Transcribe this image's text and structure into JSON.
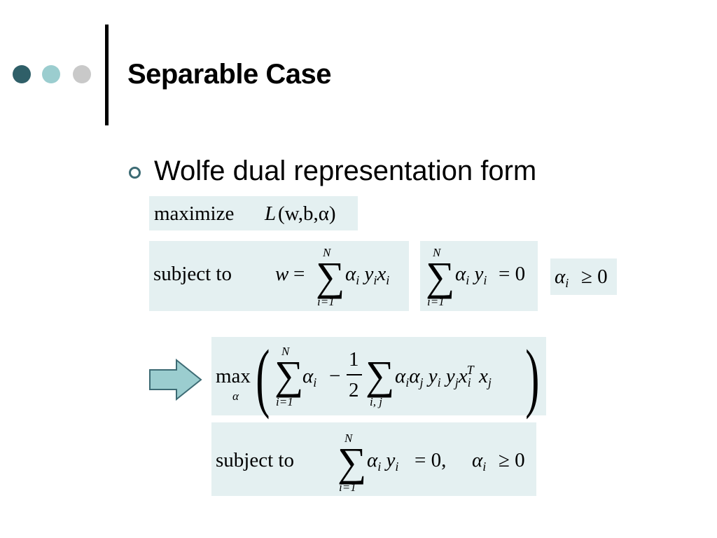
{
  "slide": {
    "title": "Separable Case",
    "bullet": "Wolfe dual representation form",
    "colors": {
      "dot1": "#2f5f68",
      "dot2": "#9bcdcf",
      "dot3": "#c9c9c9",
      "box_bg": "#e4f0f1",
      "arrow_fill": "#9bcdcf",
      "arrow_stroke": "#3d6b74"
    }
  },
  "eq1": {
    "word": "maximize",
    "expr_L": "L",
    "expr_args": "(w,b,α)"
  },
  "eq2": {
    "word": "subject to",
    "lhs": "w",
    "eq": "=",
    "sum_top": "N",
    "sum_bot": "i=1",
    "sigma": "∑",
    "body": "α",
    "sub_i": "i",
    "y": "y",
    "x": "x"
  },
  "eq3": {
    "sum_top": "N",
    "sum_bot": "i=1",
    "sigma": "∑",
    "alpha": "α",
    "sub_i": "i",
    "y": "y",
    "rhs": "= 0"
  },
  "eq4": {
    "alpha": "α",
    "sub_i": "i",
    "rhs": "≥ 0"
  },
  "arrow_icon": "right-arrow-icon",
  "eq5": {
    "max": "max",
    "max_sub": "α",
    "sum1_top": "N",
    "sum1_bot": "i=1",
    "sigma": "∑",
    "alpha": "α",
    "sub_i": "i",
    "minus": "−",
    "frac_num": "1",
    "frac_den": "2",
    "sum2_bot": "i, j",
    "sub_j": "j",
    "y": "y",
    "x": "x",
    "sup_T": "T"
  },
  "eq6": {
    "word": "subject to",
    "sum_top": "N",
    "sum_bot": "i=1",
    "sigma": "∑",
    "alpha": "α",
    "sub_i": "i",
    "y": "y",
    "rhs1": "= 0,",
    "rhs2": "≥ 0"
  }
}
